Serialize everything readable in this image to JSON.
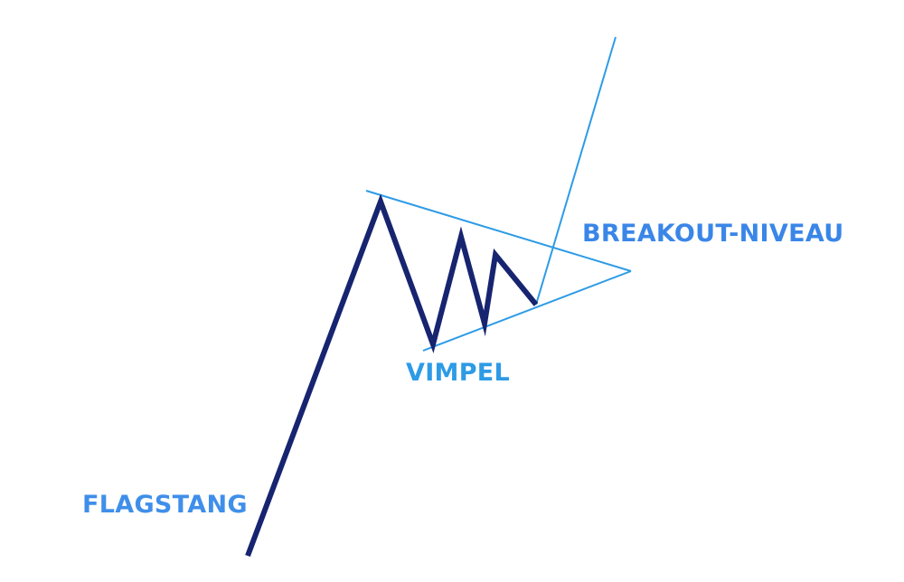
{
  "labels": {
    "flagpole": "FLAGSTANG",
    "pennant": "VIMPEL",
    "breakout": "BREAKOUT-NIVEAU"
  },
  "colors": {
    "price_line": "#172470",
    "trend_lines": "#2d9be6",
    "flagpole_label": "#3f8fea",
    "pennant_label": "#2d9be6",
    "breakout_label": "#3a86e8"
  },
  "icons": {
    "price_path": "zigzag-price-line",
    "pennant_shape": "converging-triangle"
  }
}
